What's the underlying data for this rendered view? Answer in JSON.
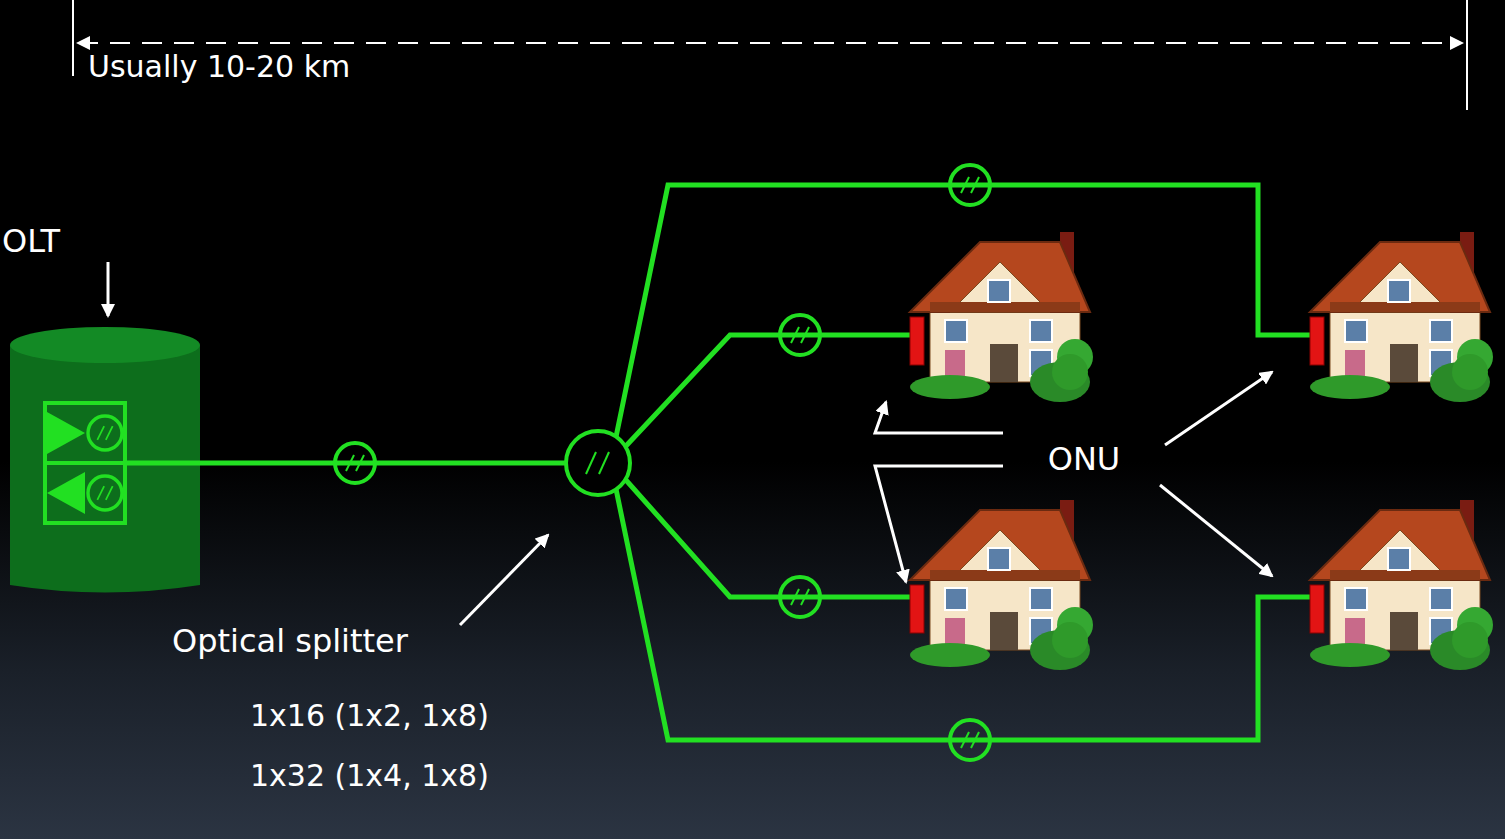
{
  "diagram": {
    "labels": [
      "Usually 10-20 km",
      "OLT",
      "ONU",
      "Optical splitter",
      "1x16 (1x2, 1x8)",
      "1x32 (1x4, 1x8)"
    ]
  }
}
